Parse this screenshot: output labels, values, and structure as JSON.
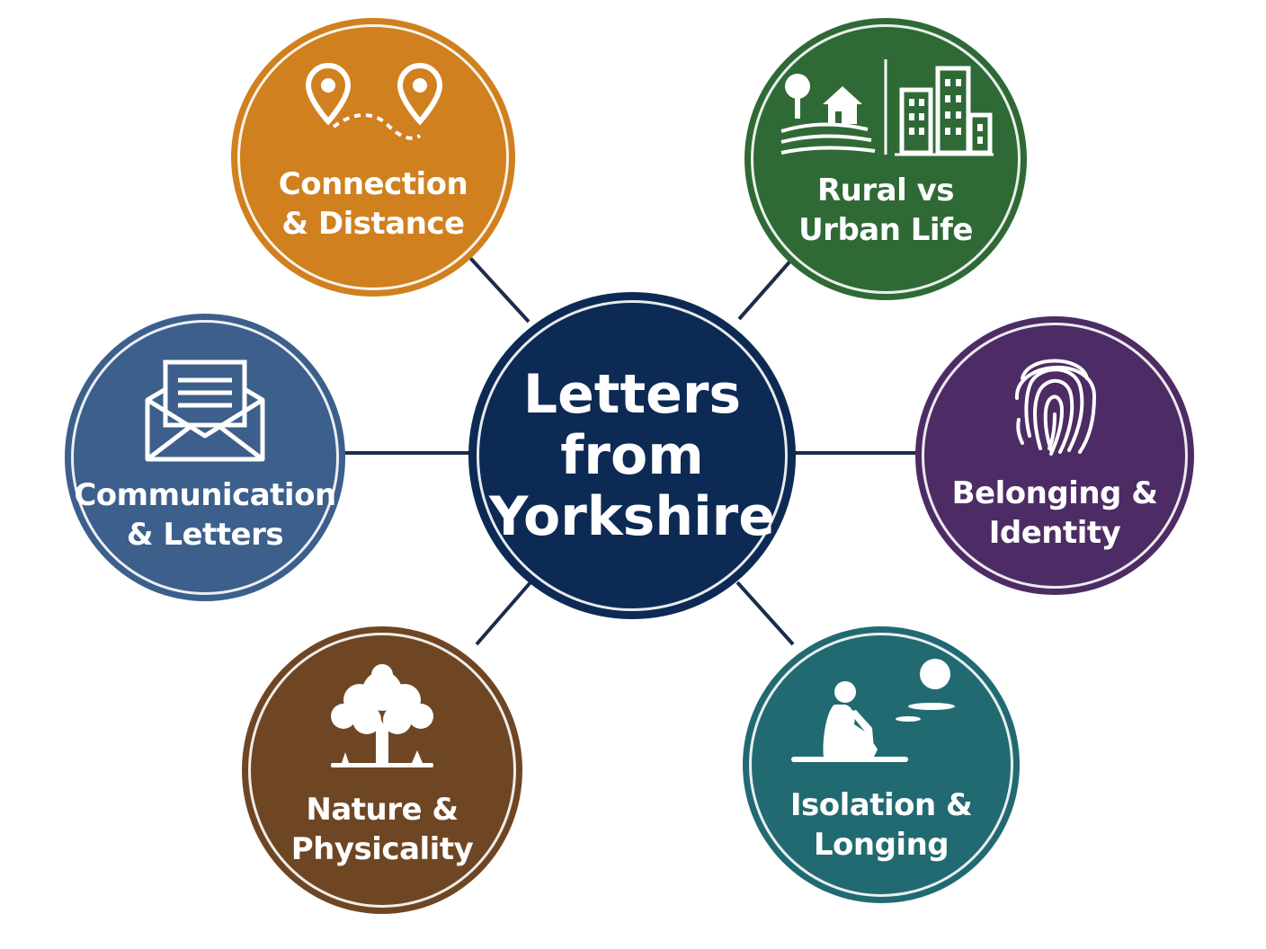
{
  "center": {
    "label": "Letters\nfrom\nYorkshire",
    "color": "#0d2a55"
  },
  "themes": [
    {
      "label": "Connection\n& Distance",
      "color": "#d0801f",
      "icon": "map-pin-route-icon"
    },
    {
      "label": "Rural vs\nUrban Life",
      "color": "#2f6a36",
      "icon": "rural-urban-icon"
    },
    {
      "label": "Communication\n& Letters",
      "color": "#3c5f8c",
      "icon": "envelope-letter-icon"
    },
    {
      "label": "Belonging &\nIdentity",
      "color": "#4d2c65",
      "icon": "fingerprint-icon"
    },
    {
      "label": "Nature &\nPhysicality",
      "color": "#6f4624",
      "icon": "tree-icon"
    },
    {
      "label": "Isolation &\nLonging",
      "color": "#226a72",
      "icon": "sitting-person-moon-icon"
    }
  ],
  "connector_color": "#1c2c4a"
}
